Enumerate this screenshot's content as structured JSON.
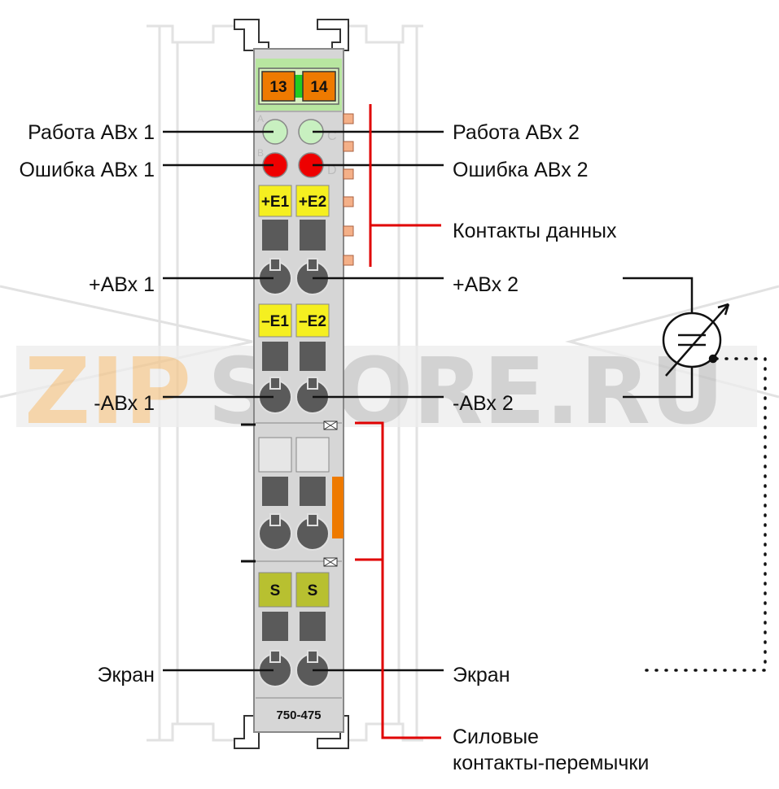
{
  "module": {
    "top_terminals": [
      "13",
      "14"
    ],
    "led_letters": [
      "A",
      "B",
      "C",
      "D"
    ],
    "plus_tags": [
      "+E1",
      "+E2"
    ],
    "minus_tags": [
      "–E1",
      "–E2"
    ],
    "shield_tags": [
      "S",
      "S"
    ],
    "model": "750-475"
  },
  "labels": {
    "run1": "Работа АВх 1",
    "run2": "Работа АВх 2",
    "err1": "Ошибка АВх 1",
    "err2": "Ошибка АВх 2",
    "data_contacts": "Контакты данных",
    "plus1": "+АВх 1",
    "plus2": "+АВх 2",
    "minus1": "-АВх 1",
    "minus2": "-АВх 2",
    "screen1": "Экран",
    "screen2": "Экран",
    "power_line1": "Силовые",
    "power_line2": "контакты-перемычки"
  },
  "watermark": {
    "part1": "ZIP",
    "part2": "STORE.RU"
  },
  "colors": {
    "housing": "#d6d6d6",
    "top_green": "#b8e6a0",
    "terminal_orange": "#ee7a00",
    "led_green": "#c8f0c0",
    "led_red": "#ee0000",
    "tag_yellow": "#f5ef20",
    "tag_olive": "#b8c030",
    "bracket_red": "#e00000"
  }
}
